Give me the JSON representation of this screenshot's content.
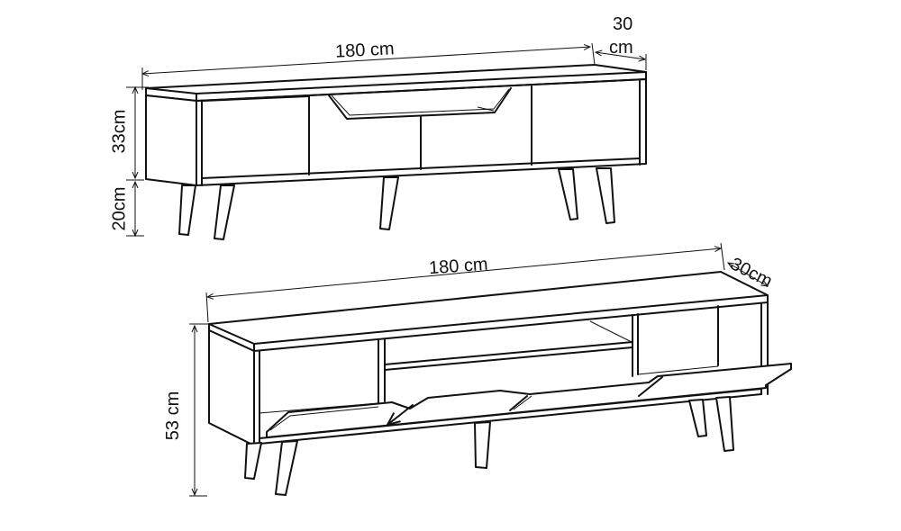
{
  "diagram": {
    "subject": "TV stand dimension drawing",
    "views": [
      {
        "name": "closed-front-view",
        "dimensions": {
          "width": "180 cm",
          "depth_line1": "30",
          "depth_line2": "cm",
          "body_height": "33cm",
          "leg_height": "20cm"
        }
      },
      {
        "name": "open-perspective-view",
        "dimensions": {
          "width": "180 cm",
          "depth": "30cm",
          "total_height": "53 cm"
        }
      }
    ],
    "colors": {
      "line": "#111111",
      "background": "#ffffff"
    }
  }
}
